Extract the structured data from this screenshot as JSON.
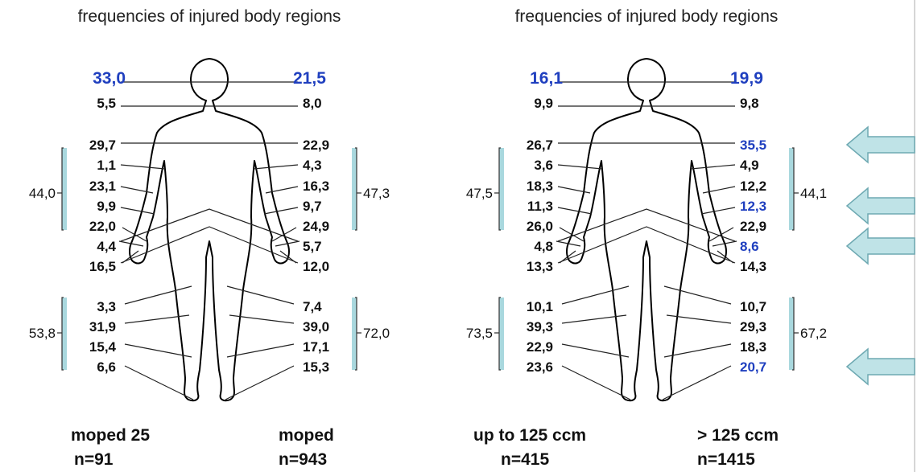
{
  "figures": [
    {
      "title": "frequencies of injured body regions",
      "left": {
        "label": "moped 25",
        "n": "n=91",
        "values": [
          "33,0",
          "5,5",
          "29,7",
          "1,1",
          "23,1",
          "9,9",
          "22,0",
          "4,4",
          "16,5",
          "3,3",
          "31,9",
          "15,4",
          "6,6"
        ],
        "highlighted": [
          0
        ],
        "groups": {
          "upper": "44,0",
          "lower": "53,8"
        }
      },
      "right": {
        "label": "moped",
        "n": "n=943",
        "values": [
          "21,5",
          "8,0",
          "22,9",
          "4,3",
          "16,3",
          "9,7",
          "24,9",
          "5,7",
          "12,0",
          "7,4",
          "39,0",
          "17,1",
          "15,3"
        ],
        "highlighted": [
          0
        ],
        "groups": {
          "upper": "47,3",
          "lower": "72,0"
        }
      }
    },
    {
      "title": "frequencies of injured body regions",
      "left": {
        "label": "up to 125 ccm",
        "n": "n=415",
        "values": [
          "16,1",
          "9,9",
          "26,7",
          "3,6",
          "18,3",
          "11,3",
          "26,0",
          "4,8",
          "13,3",
          "10,1",
          "39,3",
          "22,9",
          "23,6"
        ],
        "highlighted": [
          0
        ],
        "groups": {
          "upper": "47,5",
          "lower": "73,5"
        }
      },
      "right": {
        "label": "> 125 ccm",
        "n": "n=1415",
        "values": [
          "19,9",
          "9,8",
          "35,5",
          "4,9",
          "12,2",
          "12,3",
          "22,9",
          "8,6",
          "14,3",
          "10,7",
          "29,3",
          "18,3",
          "20,7"
        ],
        "highlighted": [
          0,
          2,
          5,
          7,
          12
        ],
        "groups": {
          "upper": "44,1",
          "lower": "67,2"
        }
      }
    }
  ],
  "colors": {
    "highlight": "#1f3fbf",
    "text": "#111111",
    "bracket": "#a9d8de",
    "arrow_fill": "#bfe3e7"
  },
  "icons": [
    "human-body-outline-icon",
    "left-arrow-icon"
  ]
}
